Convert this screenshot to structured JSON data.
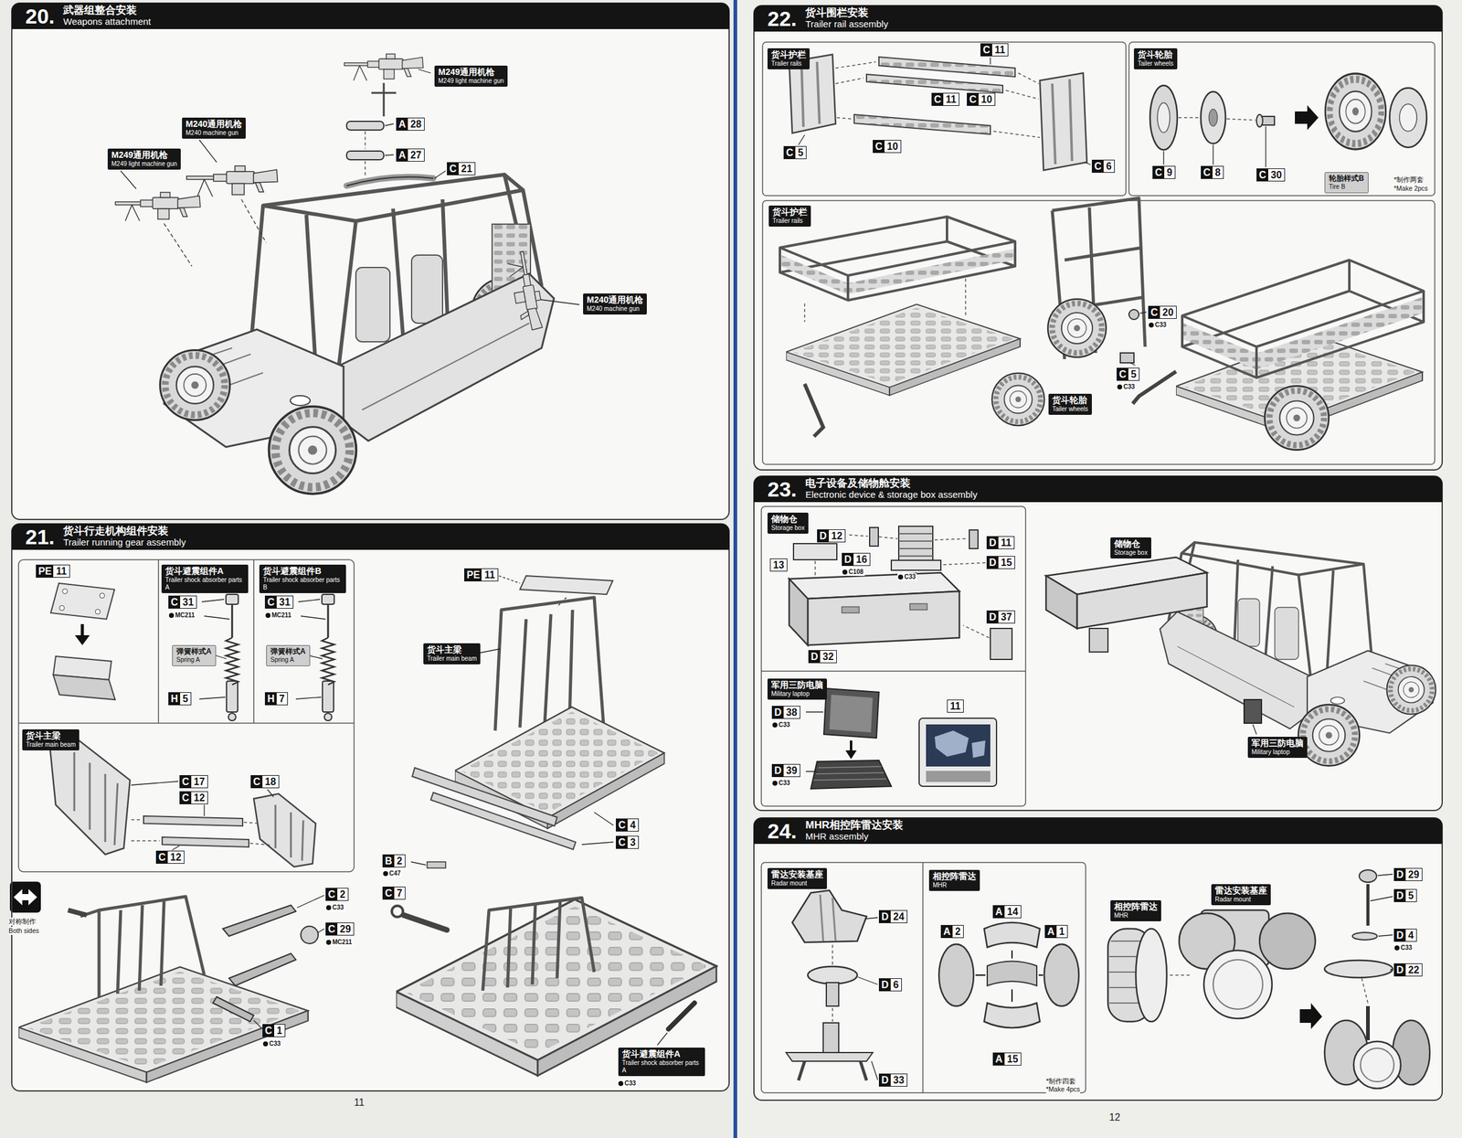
{
  "diagram": {
    "nodes": [
      {
        "text": [
          "20.",
          "武器组整合安装",
          "Weapons attachment"
        ]
      },
      {
        "text": [
          "M249通用机枪",
          "M249 light machine gun"
        ],
        "in": 0
      },
      {
        "text": [
          "M240通用机枪",
          "M240 machine gun"
        ],
        "in": 0
      },
      {
        "text": [
          "M249通用机枪",
          "M249 light machine gun"
        ],
        "in": 0
      },
      {
        "text": [
          "M240通用机枪",
          "M240 machine gun"
        ],
        "in": 0
      },
      {
        "text": [
          "21.",
          "货斗行走机构组件安装",
          "Trailer running gear assembly"
        ]
      },
      {
        "text": [
          "货斗避震组件A",
          "Trailer shock absorber parts A"
        ],
        "in": 5
      },
      {
        "text": [
          "弹簧样式A",
          "Spring A"
        ],
        "in": 5
      },
      {
        "text": [
          "货斗避震组件B",
          "Trailer shock absorber parts B"
        ],
        "in": 5
      },
      {
        "text": [
          "弹簧样式A",
          "Spring A"
        ],
        "in": 5
      },
      {
        "text": [
          "货斗主梁",
          "Trailer main beam"
        ],
        "in": 5
      },
      {
        "text": [
          "货斗主梁",
          "Trailer main beam"
        ],
        "in": 5
      },
      {
        "text": [
          "货斗避震组件A",
          "Trailer shock absorber parts A"
        ],
        "in": 5
      },
      {
        "text": [
          "22.",
          "货斗围栏安装",
          "Trailer rail assembly"
        ]
      },
      {
        "text": [
          "货斗护栏",
          "Trailer rails"
        ],
        "in": 13
      },
      {
        "text": [
          "货斗轮胎",
          "Tailer wheels"
        ],
        "in": 13
      },
      {
        "text": [
          "轮胎样式B",
          "Tire B"
        ],
        "in": 13
      },
      {
        "text": [
          "货斗护栏",
          "Trailer rails"
        ],
        "in": 13
      },
      {
        "text": [
          "货斗轮胎",
          "Tailer wheels"
        ],
        "in": 13
      },
      {
        "text": [
          "23.",
          "电子设备及储物舱安装",
          "Electronic device & storage box assembly"
        ]
      },
      {
        "text": [
          "储物仓",
          "Storage box"
        ],
        "in": 19
      },
      {
        "text": [
          "军用三防电脑",
          "Military laptop"
        ],
        "in": 19
      },
      {
        "text": [
          "储物仓",
          "Storage box"
        ],
        "in": 19
      },
      {
        "text": [
          "军用三防电脑",
          "Military laptop"
        ],
        "in": 19
      },
      {
        "text": [
          "24.",
          "MHR相控阵雷达安装",
          "MHR assembly"
        ]
      },
      {
        "text": [
          "雷达安装基座",
          "Radar mount"
        ],
        "in": 24
      },
      {
        "text": [
          "相控阵雷达",
          "MHR"
        ],
        "in": 24
      },
      {
        "text": [
          "相控阵雷达",
          "MHR"
        ],
        "in": 24
      },
      {
        "text": [
          "雷达安装基座",
          "Radar mount"
        ],
        "in": 24
      }
    ],
    "labels": [
      "A 28",
      "A 27",
      "C 21",
      "PE 11",
      "C 31",
      "MC211",
      "H 5",
      "C 31",
      "MC211",
      "H 7",
      "C 17",
      "C 12",
      "C 18",
      "C 12",
      "对称制作",
      "Both sides",
      "C 2",
      "C33",
      "C 29",
      "MC211",
      "C 1",
      "C33",
      "PE 11",
      "C 4",
      "C 3",
      "B 2",
      "C47",
      "C 7",
      "C33",
      "11",
      "C 11",
      "C 11",
      "C 10",
      "C 5",
      "C 10",
      "C 6",
      "C 9",
      "C 8",
      "C 30",
      "*制作两套",
      "*Make 2pcs",
      "C 20",
      "C33",
      "C 5",
      "C33",
      "D 12",
      "D 11",
      "13",
      "D 16",
      "C108",
      "D 15",
      "C33",
      "D 37",
      "D 32",
      "D 38",
      "C33",
      "D 39",
      "C33",
      "11",
      "D 24",
      "D 6",
      "D 33",
      "A 2",
      "A 14",
      "A 1",
      "A 15",
      "*制作四套",
      "*Make 4pcs",
      "D 29",
      "D 5",
      "D 4",
      "C33",
      "D 22",
      "12"
    ]
  }
}
